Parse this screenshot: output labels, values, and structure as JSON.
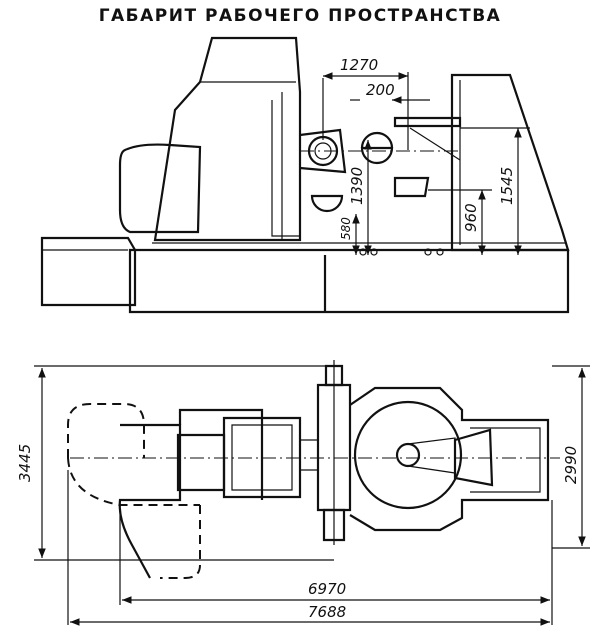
{
  "title": "ГАБАРИТ РАБОЧЕГО ПРОСТРАНСТВА",
  "side_view": {
    "dimensions": {
      "d1270": "1270",
      "d200": "200",
      "d1390": "1390",
      "d580": "580",
      "d960": "960",
      "d1545": "1545"
    }
  },
  "top_view": {
    "dimensions": {
      "d3445": "3445",
      "d2990": "2990",
      "d6970": "6970",
      "d7688": "7688"
    }
  },
  "colors": {
    "ink": "#111111",
    "paper": "#ffffff"
  }
}
